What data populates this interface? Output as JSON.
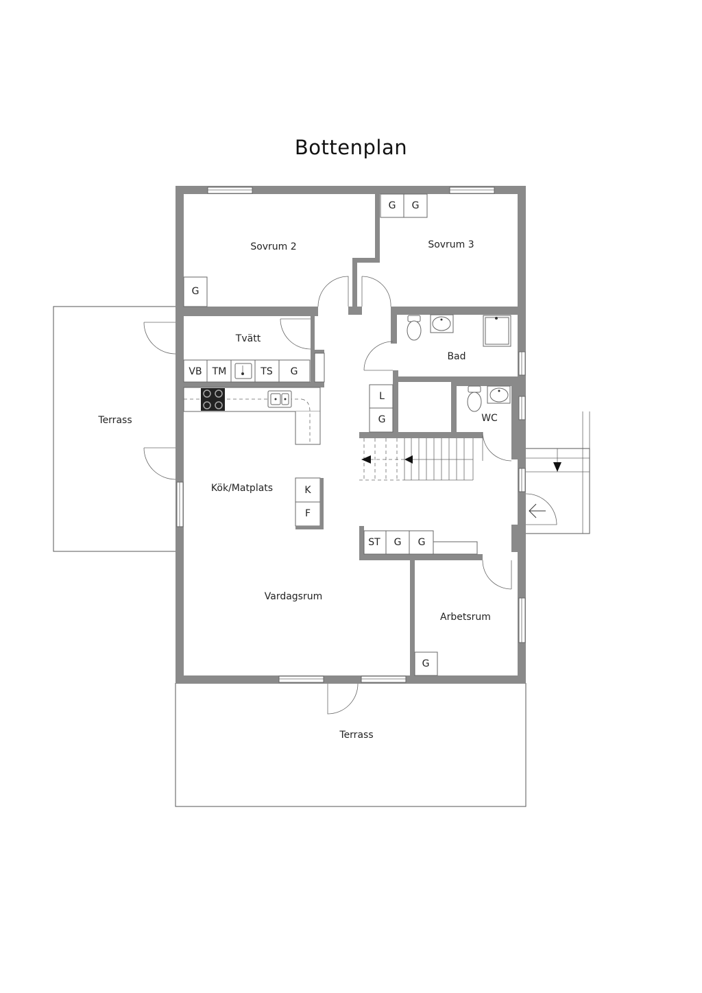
{
  "title": "Bottenplan",
  "rooms": {
    "sovrum2": "Sovrum 2",
    "sovrum3": "Sovrum 3",
    "tvatt": "Tvätt",
    "bad": "Bad",
    "wc": "WC",
    "terrass_west": "Terrass",
    "kok": "Kök/Matplats",
    "vardagsrum": "Vardagsrum",
    "arbetsrum": "Arbetsrum",
    "terrass_south": "Terrass"
  },
  "fixtures": {
    "g": "G",
    "vb": "VB",
    "tm": "TM",
    "ts": "TS",
    "l": "L",
    "k": "K",
    "f": "F",
    "st": "ST"
  }
}
